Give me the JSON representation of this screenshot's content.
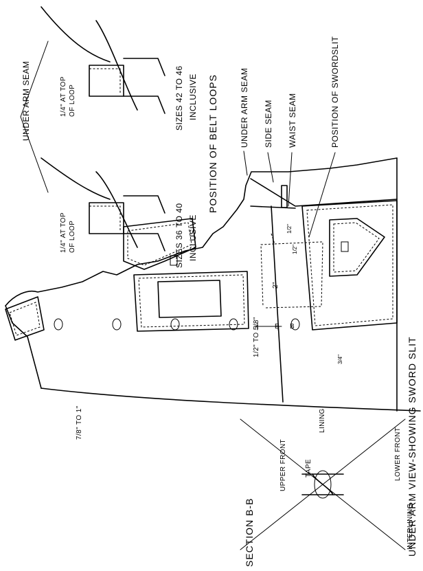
{
  "titles": {
    "main": "UNDER ARM VIEW-SHOWING SWORD SLIT",
    "section": "SECTION  B-B",
    "belt_loops": "POSITION OF BELT LOOPS"
  },
  "labels": {
    "under_arm_seam_left": "UNDER ARM SEAM",
    "under_arm_seam_right": "UNDER ARM SEAM",
    "side_seam": "SIDE SEAM",
    "waist_seam": "WAIST SEAM",
    "sword_slit": "POSITION OF SWORDSLIT",
    "sizes_42_46_a": "SIZES 42 TO 46",
    "sizes_42_46_b": "INCLUSIVE",
    "sizes_36_40_a": "SIZES 36 TO 40",
    "sizes_36_40_b": "INCLUSIVE",
    "loop_top_a": "1/4\" AT TOP",
    "loop_top_b": "OF LOOP",
    "loop_top2_a": "1/4\" AT TOP",
    "loop_top2_b": "OF LOOP",
    "dim_7_8": "7/8\" TO 1\"",
    "dim_half_5_8": "1/2\" TO 5/8\"",
    "dim_2": "2\"",
    "dim_half_a": "1/2\"",
    "dim_half_b": "1/2\"",
    "dim_3_4": "3/4\"",
    "b_left": "B",
    "b_right": "B",
    "upper_front": "UPPER FRONT",
    "tape": "TAPE",
    "lining": "LINING",
    "lower_front": "LOWER FRONT",
    "interlining": "INTERLINING"
  }
}
